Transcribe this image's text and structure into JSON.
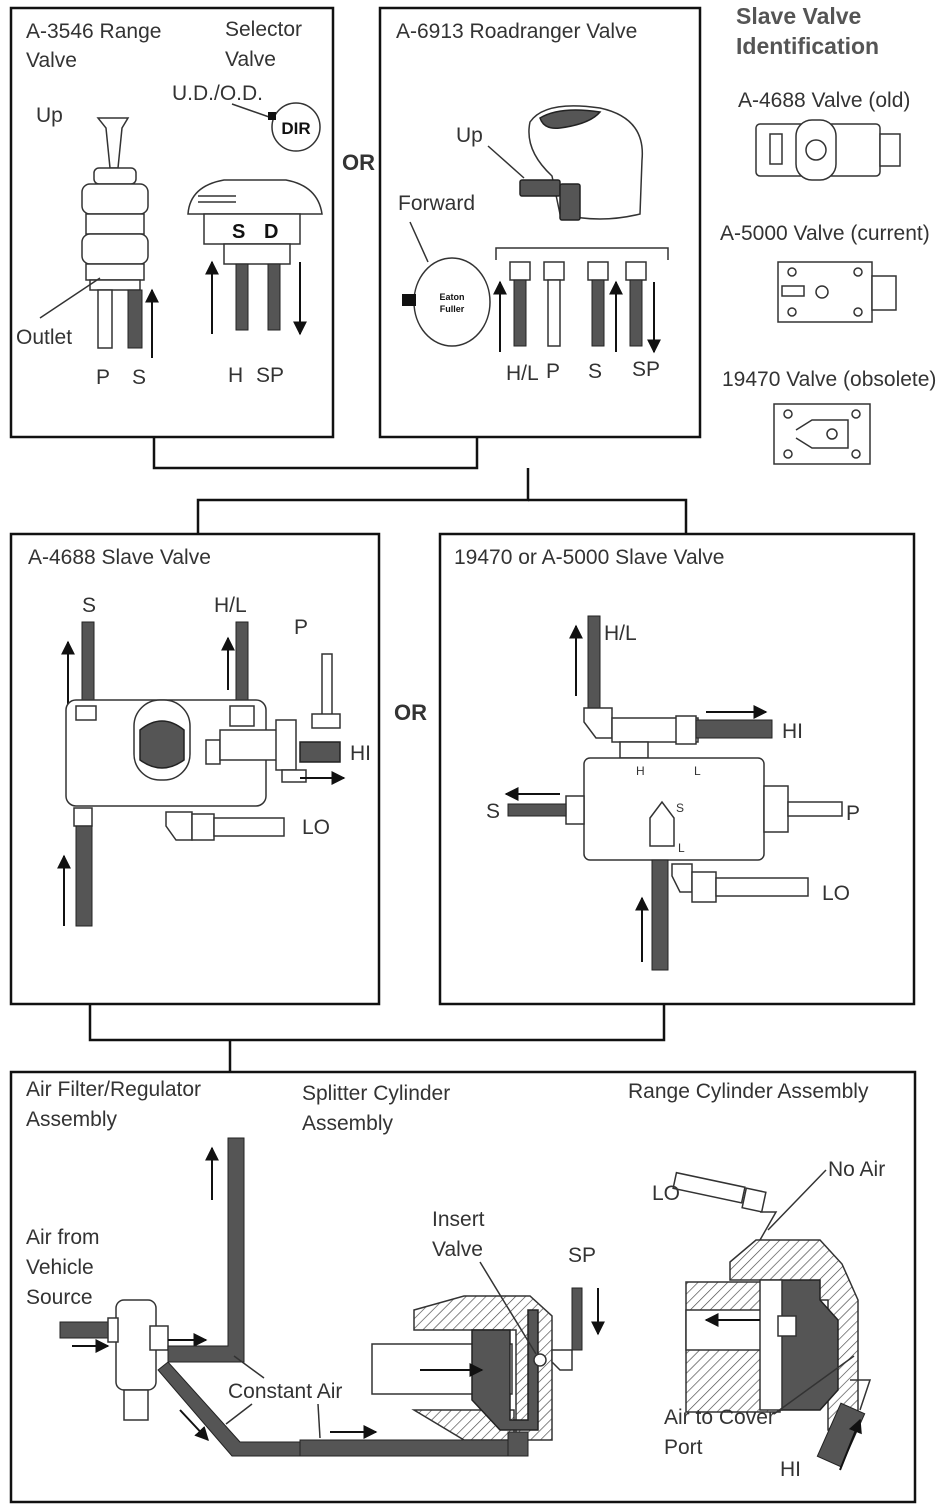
{
  "top_left_box": {
    "title_range": "A-3546 Range",
    "title_range2": "Valve",
    "title_selector": "Selector",
    "title_selector2": "Valve",
    "ud_od": "U.D./O.D.",
    "dir": "DIR",
    "up": "Up",
    "outlet": "Outlet",
    "s_letter": "S",
    "d_letter": "D",
    "ports": [
      "P",
      "S",
      "H",
      "SP"
    ]
  },
  "or_labels": [
    "OR",
    "OR"
  ],
  "top_middle_box": {
    "title": "A-6913 Roadranger Valve",
    "up": "Up",
    "forward": "Forward",
    "badge": [
      "Eaton",
      "Fuller"
    ],
    "ports": [
      "H/L",
      "P",
      "S",
      "SP"
    ]
  },
  "slave_id": {
    "heading": [
      "Slave Valve",
      "Identification"
    ],
    "valves": [
      "A-4688 Valve (old)",
      "A-5000 Valve (current)",
      "19470 Valve (obsolete)"
    ]
  },
  "mid_left_box": {
    "title": "A-4688 Slave Valve",
    "ports": [
      "S",
      "H/L",
      "P",
      "HI",
      "LO"
    ]
  },
  "mid_right_box": {
    "title": "19470 or A-5000 Slave Valve",
    "ports": [
      "H/L",
      "HI",
      "S",
      "P",
      "LO"
    ],
    "body_marks": [
      "H",
      "L",
      "S",
      "L"
    ]
  },
  "bottom_box": {
    "air_filter": [
      "Air Filter/Regulator",
      "Assembly"
    ],
    "splitter": [
      "Splitter Cylinder",
      "Assembly"
    ],
    "range": "Range Cylinder Assembly",
    "air_source": [
      "Air from",
      "Vehicle",
      "Source"
    ],
    "constant_air": "Constant Air",
    "insert_valve": [
      "Insert",
      "Valve"
    ],
    "sp": "SP",
    "lo": "LO",
    "no_air": "No Air",
    "air_cover": [
      "Air to Cover",
      "Port"
    ],
    "hi": "HI"
  }
}
